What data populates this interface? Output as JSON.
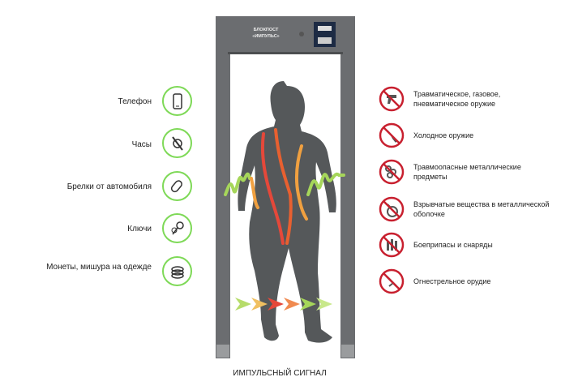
{
  "gate": {
    "title_line1": "БЛОКПОСТ",
    "title_line2": "«ИМПУЛЬС»"
  },
  "left_items": [
    {
      "label": "Телефон",
      "icon": "phone-icon"
    },
    {
      "label": "Часы",
      "icon": "watch-icon"
    },
    {
      "label": "Брелки от автомобиля",
      "icon": "car-key-fob-icon"
    },
    {
      "label": "Ключи",
      "icon": "keys-icon"
    },
    {
      "label": "Монеты, мишура на одежде",
      "icon": "coins-icon"
    }
  ],
  "right_items": [
    {
      "label": "Травматическое, газовое, пневматическое оружие",
      "icon": "pistol-prohibited-icon"
    },
    {
      "label": "Холодное оружие",
      "icon": "knife-prohibited-icon"
    },
    {
      "label": "Травмоопасные металлические предметы",
      "icon": "brass-knuckles-prohibited-icon"
    },
    {
      "label": "Взрывчатые вещества в металлической оболочке",
      "icon": "grenade-prohibited-icon"
    },
    {
      "label": "Боеприпасы и снаряды",
      "icon": "ammo-prohibited-icon"
    },
    {
      "label": "Огнестрельное орудие",
      "icon": "rifle-prohibited-icon"
    }
  ],
  "caption": "ИМПУЛЬСНЫЙ СИГНАЛ",
  "colors": {
    "green": "#7ed957",
    "red": "#c8202f",
    "gate": "#6b6d70",
    "silhouette": "#55585a"
  }
}
